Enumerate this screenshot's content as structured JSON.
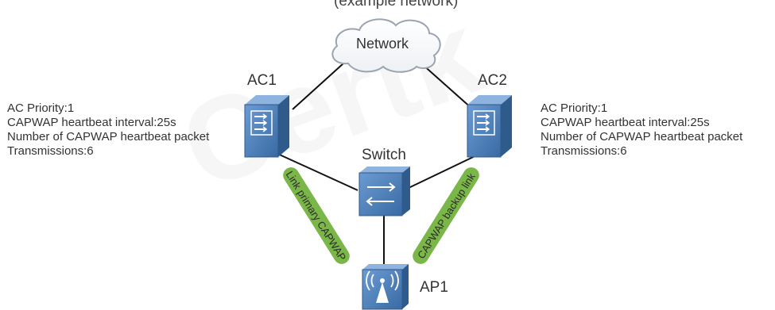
{
  "header": {
    "fragment": "(example network)"
  },
  "network": {
    "label": "Network"
  },
  "ac1": {
    "label": "AC1",
    "info": [
      "AC Priority:1",
      "CAPWAP heartbeat interval:25s",
      "Number of CAPWAP heartbeat packet",
      "Transmissions:6"
    ]
  },
  "ac2": {
    "label": "AC2",
    "info": [
      "AC Priority:1",
      "CAPWAP heartbeat interval:25s",
      "Number of CAPWAP heartbeat packet",
      "Transmissions:6"
    ]
  },
  "switch": {
    "label": "Switch"
  },
  "ap1": {
    "label": "AP1"
  },
  "links": {
    "primary_label": "Link primary CAPWAP",
    "backup_label": "CAPWAP backup link"
  },
  "watermark": "Certk",
  "colors": {
    "device_fill": "#4f7fb5",
    "device_dark": "#2e5a8c",
    "link_label_bg": "#7ab648",
    "cloud_stroke": "#9aa4b0",
    "line": "#000000"
  }
}
